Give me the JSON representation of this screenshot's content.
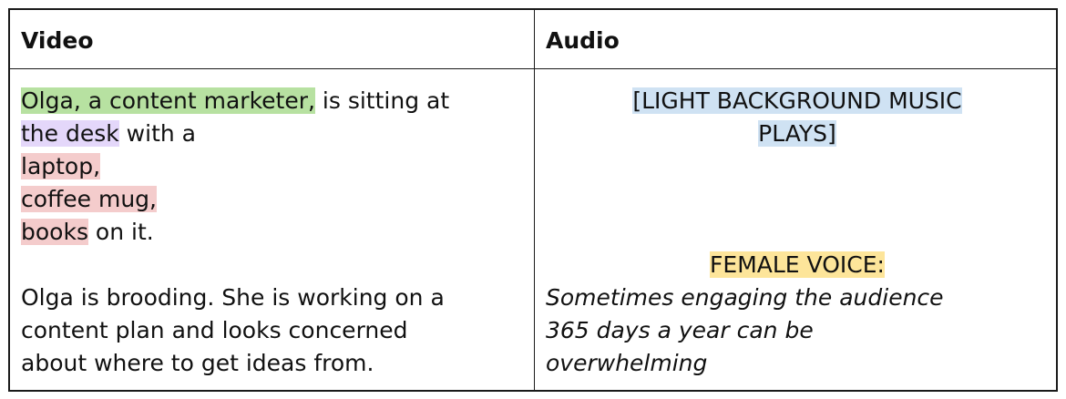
{
  "table": {
    "headers": {
      "video": "Video",
      "audio": "Audio"
    },
    "video": {
      "character_highlight": "Olga, a content marketer,",
      "line1_rest": " is sitting at",
      "desk_highlight": "the desk",
      "line2_rest": " with a",
      "laptop_highlight": "laptop,",
      "mug_highlight": "coffee mug,",
      "books_highlight": "books",
      "line5_rest": " on it.",
      "paragraph2_lines": [
        "Olga is brooding. She is working on a",
        "content plan and looks concerned",
        "about where to get ideas from."
      ]
    },
    "audio": {
      "music_line1": "[LIGHT BACKGROUND MUSIC",
      "music_line2": "PLAYS]",
      "voice_label": "FEMALE VOICE:",
      "voice_lines": [
        "Sometimes engaging the audience",
        "365 days a year can be",
        "overwhelming"
      ]
    },
    "highlight_colors": {
      "character": "#b7e1a1",
      "setting": "#e4d7fa",
      "props": "#f4cccc",
      "music": "#cfe2f3",
      "voice": "#fde59a"
    }
  }
}
